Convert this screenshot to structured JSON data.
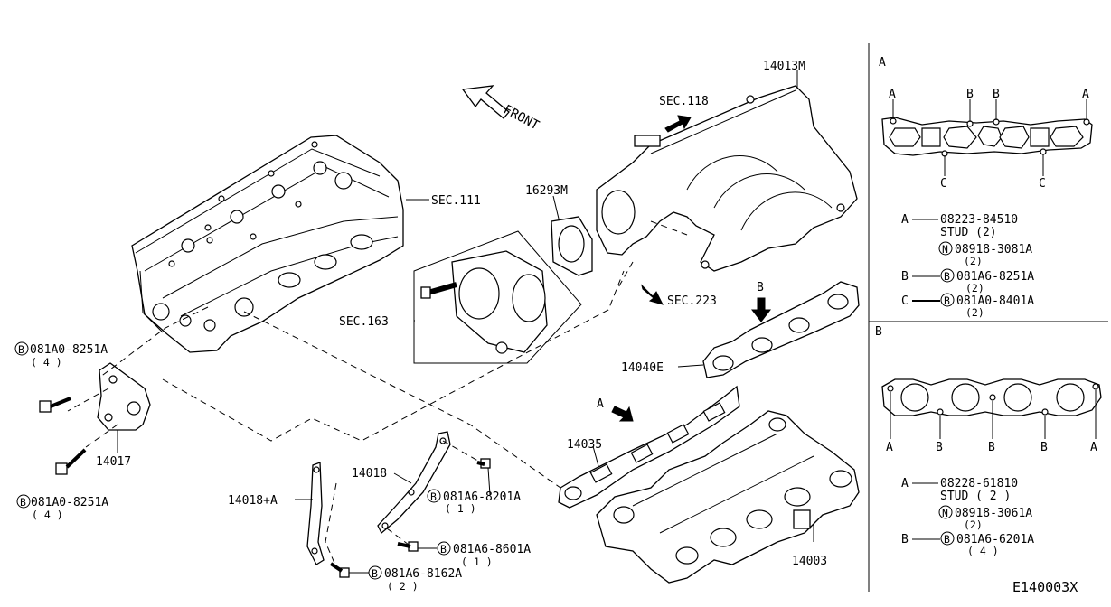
{
  "diagram_code": "E140003X",
  "front_label": "FRONT",
  "sections": {
    "sec111": "SEC.111",
    "sec118": "SEC.118",
    "sec163": "SEC.163",
    "sec223": "SEC.223"
  },
  "parts": {
    "p14013M": "14013M",
    "p16293M": "16293M",
    "p14040E": "14040E",
    "p14035": "14035",
    "p14003": "14003",
    "p14017": "14017",
    "p14018": "14018",
    "p14018A": "14018+A"
  },
  "view_labels": {
    "a": "A",
    "b": "B"
  },
  "bolts": {
    "b1": {
      "marker": "B",
      "code": "081A0-8251A",
      "qty": "( 4 )"
    },
    "b2": {
      "marker": "B",
      "code": "081A0-8251A",
      "qty": "( 4 )"
    },
    "b3": {
      "marker": "B",
      "code": "081A6-8201A",
      "qty": "( 1 )"
    },
    "b4": {
      "marker": "B",
      "code": "081A6-8601A",
      "qty": "( 1 )"
    },
    "b5": {
      "marker": "B",
      "code": "081A6-8162A",
      "qty": "( 2 )"
    }
  },
  "panel_a": {
    "title": "A",
    "hole_labels_top": [
      "A",
      "B",
      "B",
      "A"
    ],
    "hole_labels_bottom": [
      "C",
      "C"
    ],
    "legend": [
      {
        "key": "A",
        "line1": "08223-84510",
        "line2": "STUD (2)",
        "nut_marker": "N",
        "nut_code": "08918-3081A",
        "nut_qty": "(2)"
      },
      {
        "key": "B",
        "marker": "B",
        "code": "081A6-8251A",
        "qty": "(2)"
      },
      {
        "key": "C",
        "marker": "B",
        "code": "081A0-8401A",
        "qty": "(2)"
      }
    ]
  },
  "panel_b": {
    "title": "B",
    "hole_labels": [
      "A",
      "B",
      "B",
      "B",
      "A"
    ],
    "legend": [
      {
        "key": "A",
        "line1": "08228-61810",
        "line2": "STUD ( 2 )",
        "nut_marker": "N",
        "nut_code": "08918-3061A",
        "nut_qty": "(2)"
      },
      {
        "key": "B",
        "marker": "B",
        "code": "081A6-6201A",
        "qty": "( 4 )"
      }
    ]
  }
}
